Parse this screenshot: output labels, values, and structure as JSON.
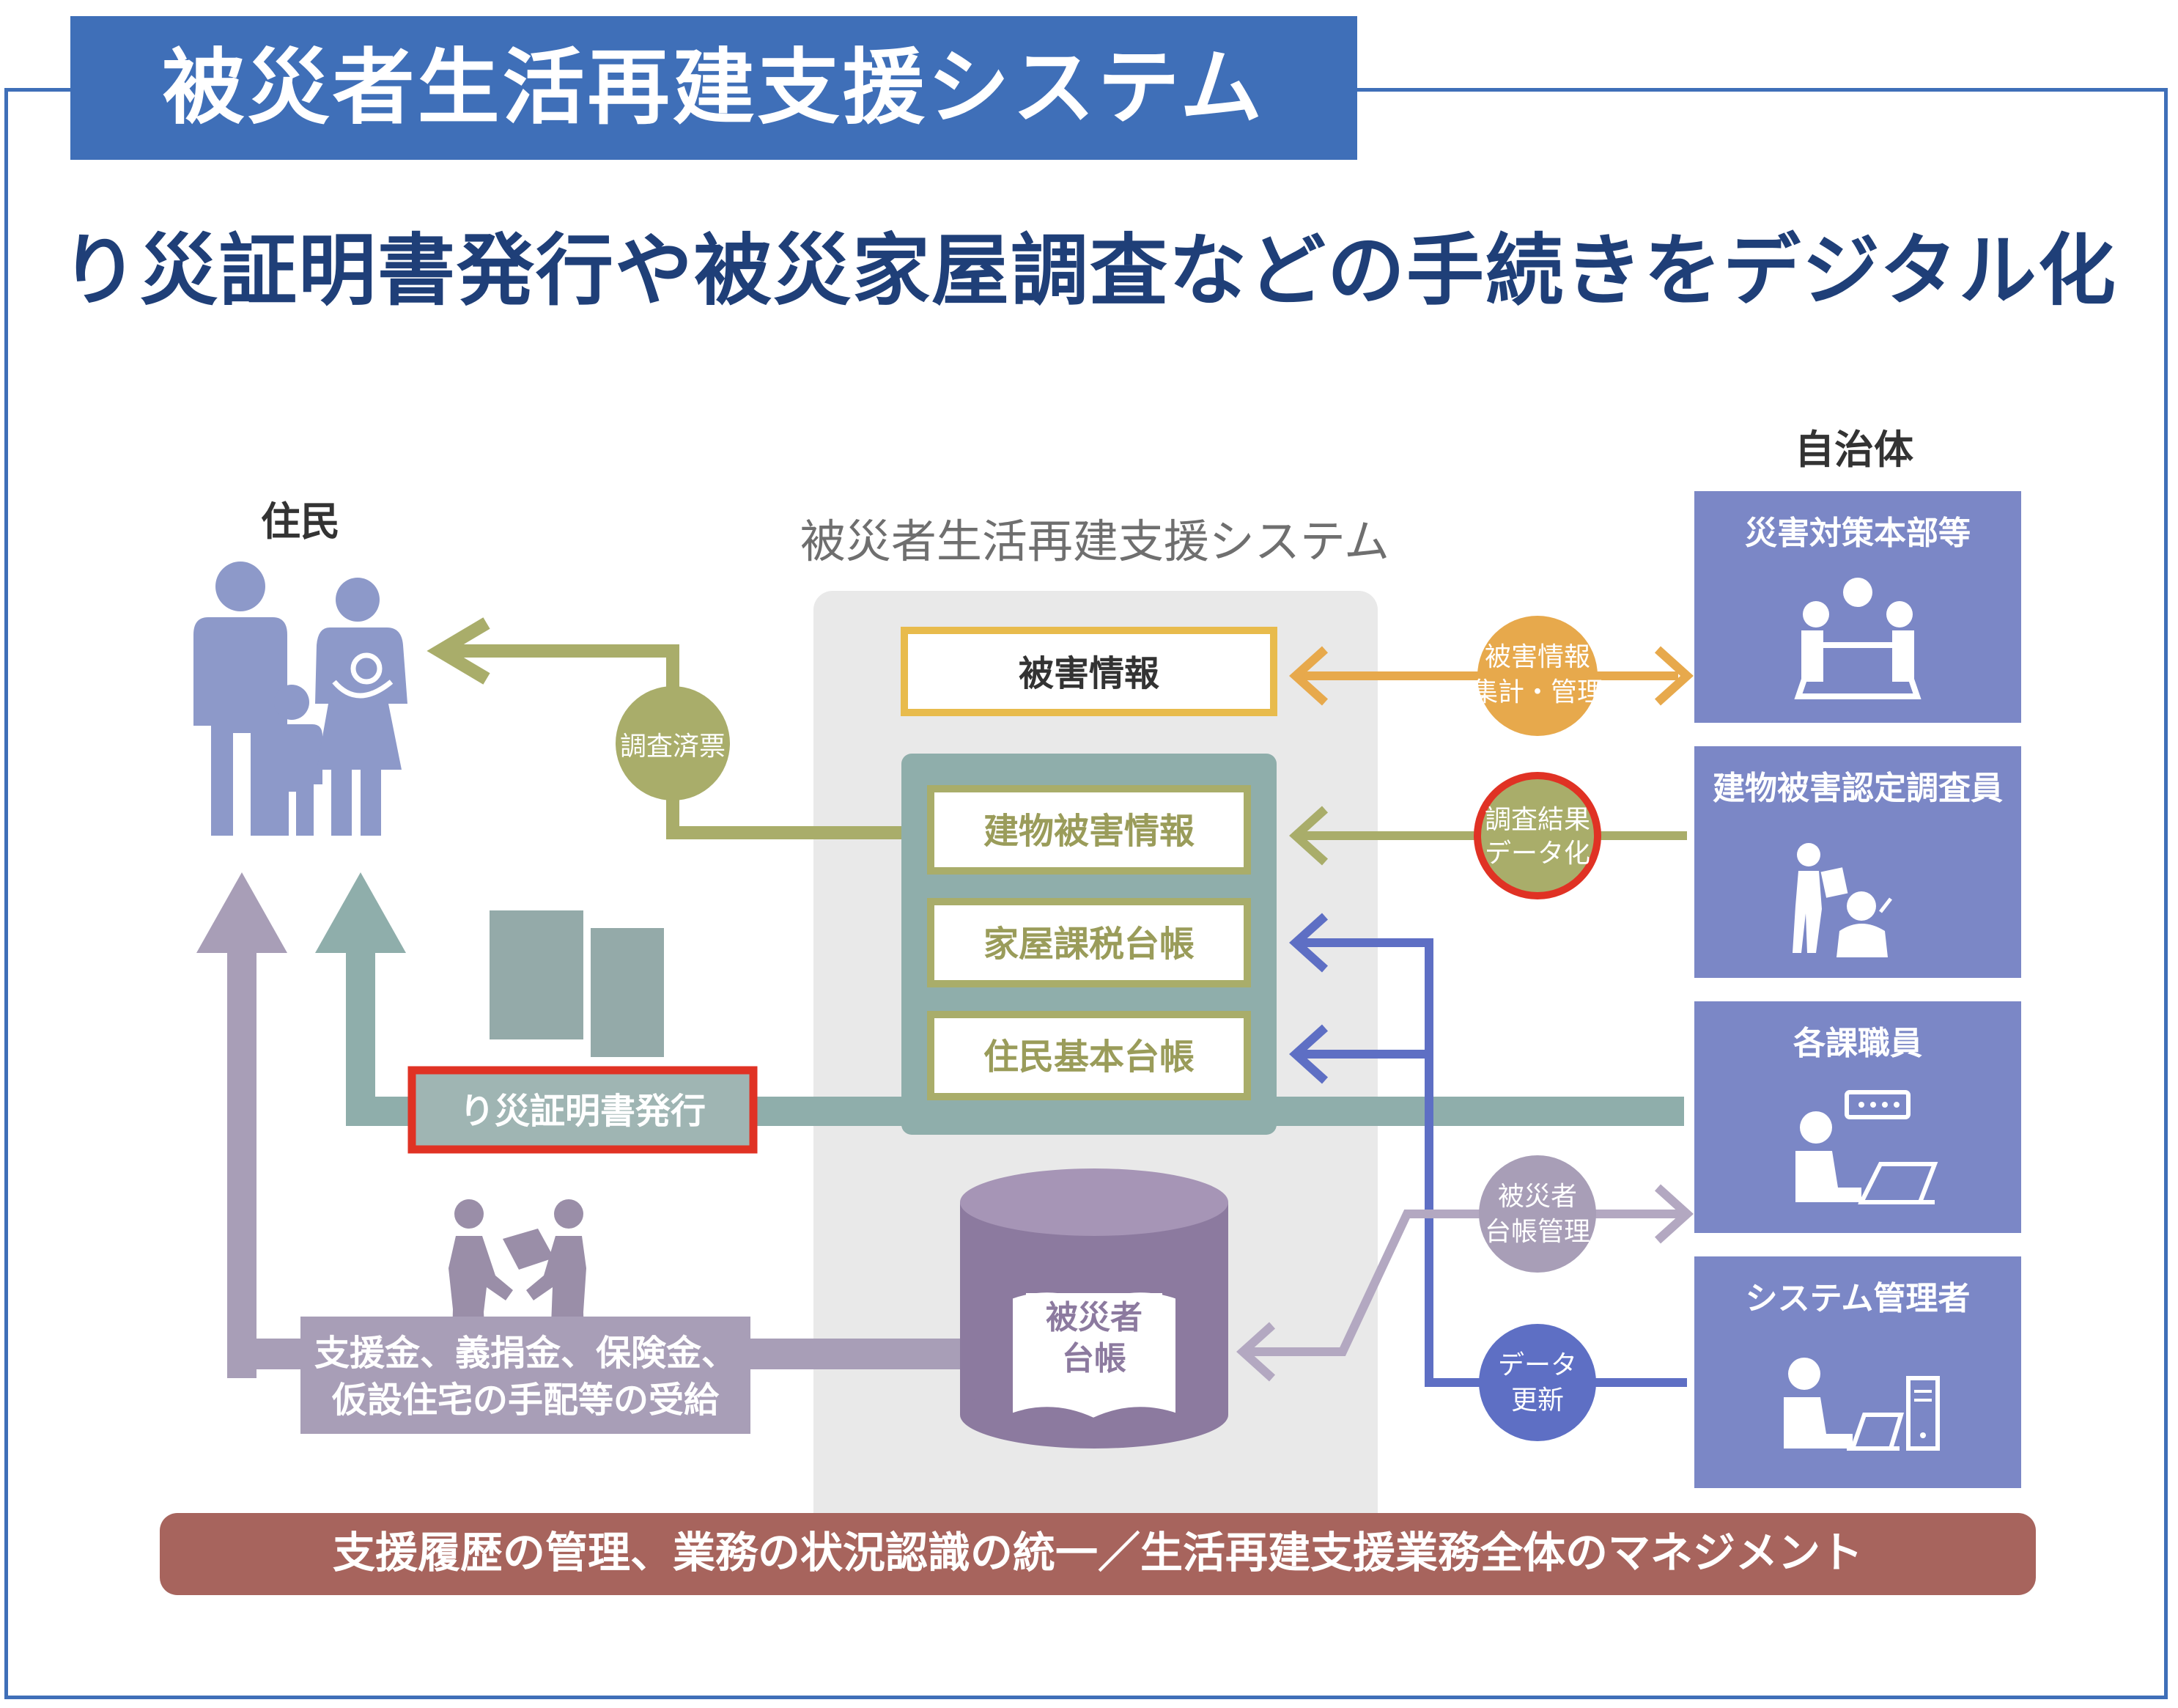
{
  "header": {
    "title": "被災者生活再建支援システム",
    "subtitle": "り災証明書発行や被災家屋調査などの手続きをデジタル化"
  },
  "diagram": {
    "residents_label": "住民",
    "municipality_label": "自治体",
    "system_label": "被災者生活再建支援システム",
    "system_boxes": {
      "damage_info": "被害情報",
      "building_damage": "建物被害情報",
      "tax_ledger": "家屋課税台帳",
      "resident_registry": "住民基本台帳"
    },
    "database_label_1": "被災者",
    "database_label_2": "台帳",
    "certificate": "り災証明書発行",
    "benefits_line1": "支援金、義捐金、保険金、",
    "benefits_line2": "仮設住宅の手配等の受給",
    "bubbles": {
      "survey_done": "調査済票",
      "damage_agg_1": "被害情報",
      "damage_agg_2": "集計・管理",
      "survey_data_1": "調査結果",
      "survey_data_2": "データ化",
      "ledger_mgmt_1": "被災者",
      "ledger_mgmt_2": "台帳管理",
      "data_update_1": "データ",
      "data_update_2": "更新"
    },
    "actors": {
      "hq": "災害対策本部等",
      "inspector": "建物被害認定調査員",
      "staff": "各課職員",
      "sysadmin": "システム管理者"
    },
    "footer_bar": "支援履歴の管理、業務の状況認識の統一／生活再建支援業務全体のマネジメント"
  },
  "colors": {
    "brand_blue": "#3f6fb8",
    "title_text": "#1f3f78",
    "orange": "#e7a94c",
    "olive": "#a9ad6a",
    "teal": "#8faeab",
    "purple": "#9f93b3",
    "blue_arrow": "#5e6fc4",
    "actor_panel": "#7b87c6",
    "footer_red": "#a7645d",
    "highlight_red": "#e03224"
  }
}
